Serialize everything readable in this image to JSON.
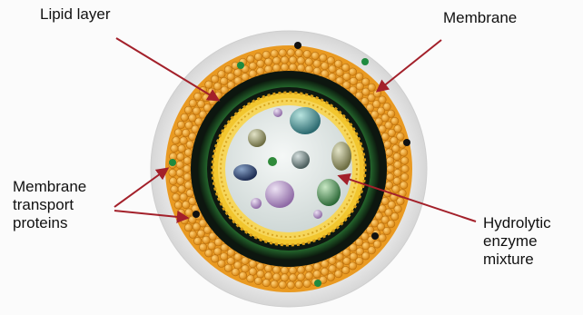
{
  "labels": {
    "lipid_layer": "Lipid layer",
    "membrane": "Membrane",
    "membrane_transport_proteins": [
      "Membrane",
      "transport",
      "proteins"
    ],
    "hydrolytic_enzyme_mixture": [
      "Hydrolytic",
      "enzyme",
      "mixture"
    ]
  },
  "colors": {
    "arrow": "#a3202a",
    "lipid_orange": "#f0a42a",
    "lipid_dark": "#c97a12",
    "inner_dark_band": "#101a12",
    "green_band": "#2f8a3a",
    "inner_yellow_ring": "#f2c62e",
    "lumen": "#dfe6e4",
    "outer_halo": "#eeeeee"
  }
}
